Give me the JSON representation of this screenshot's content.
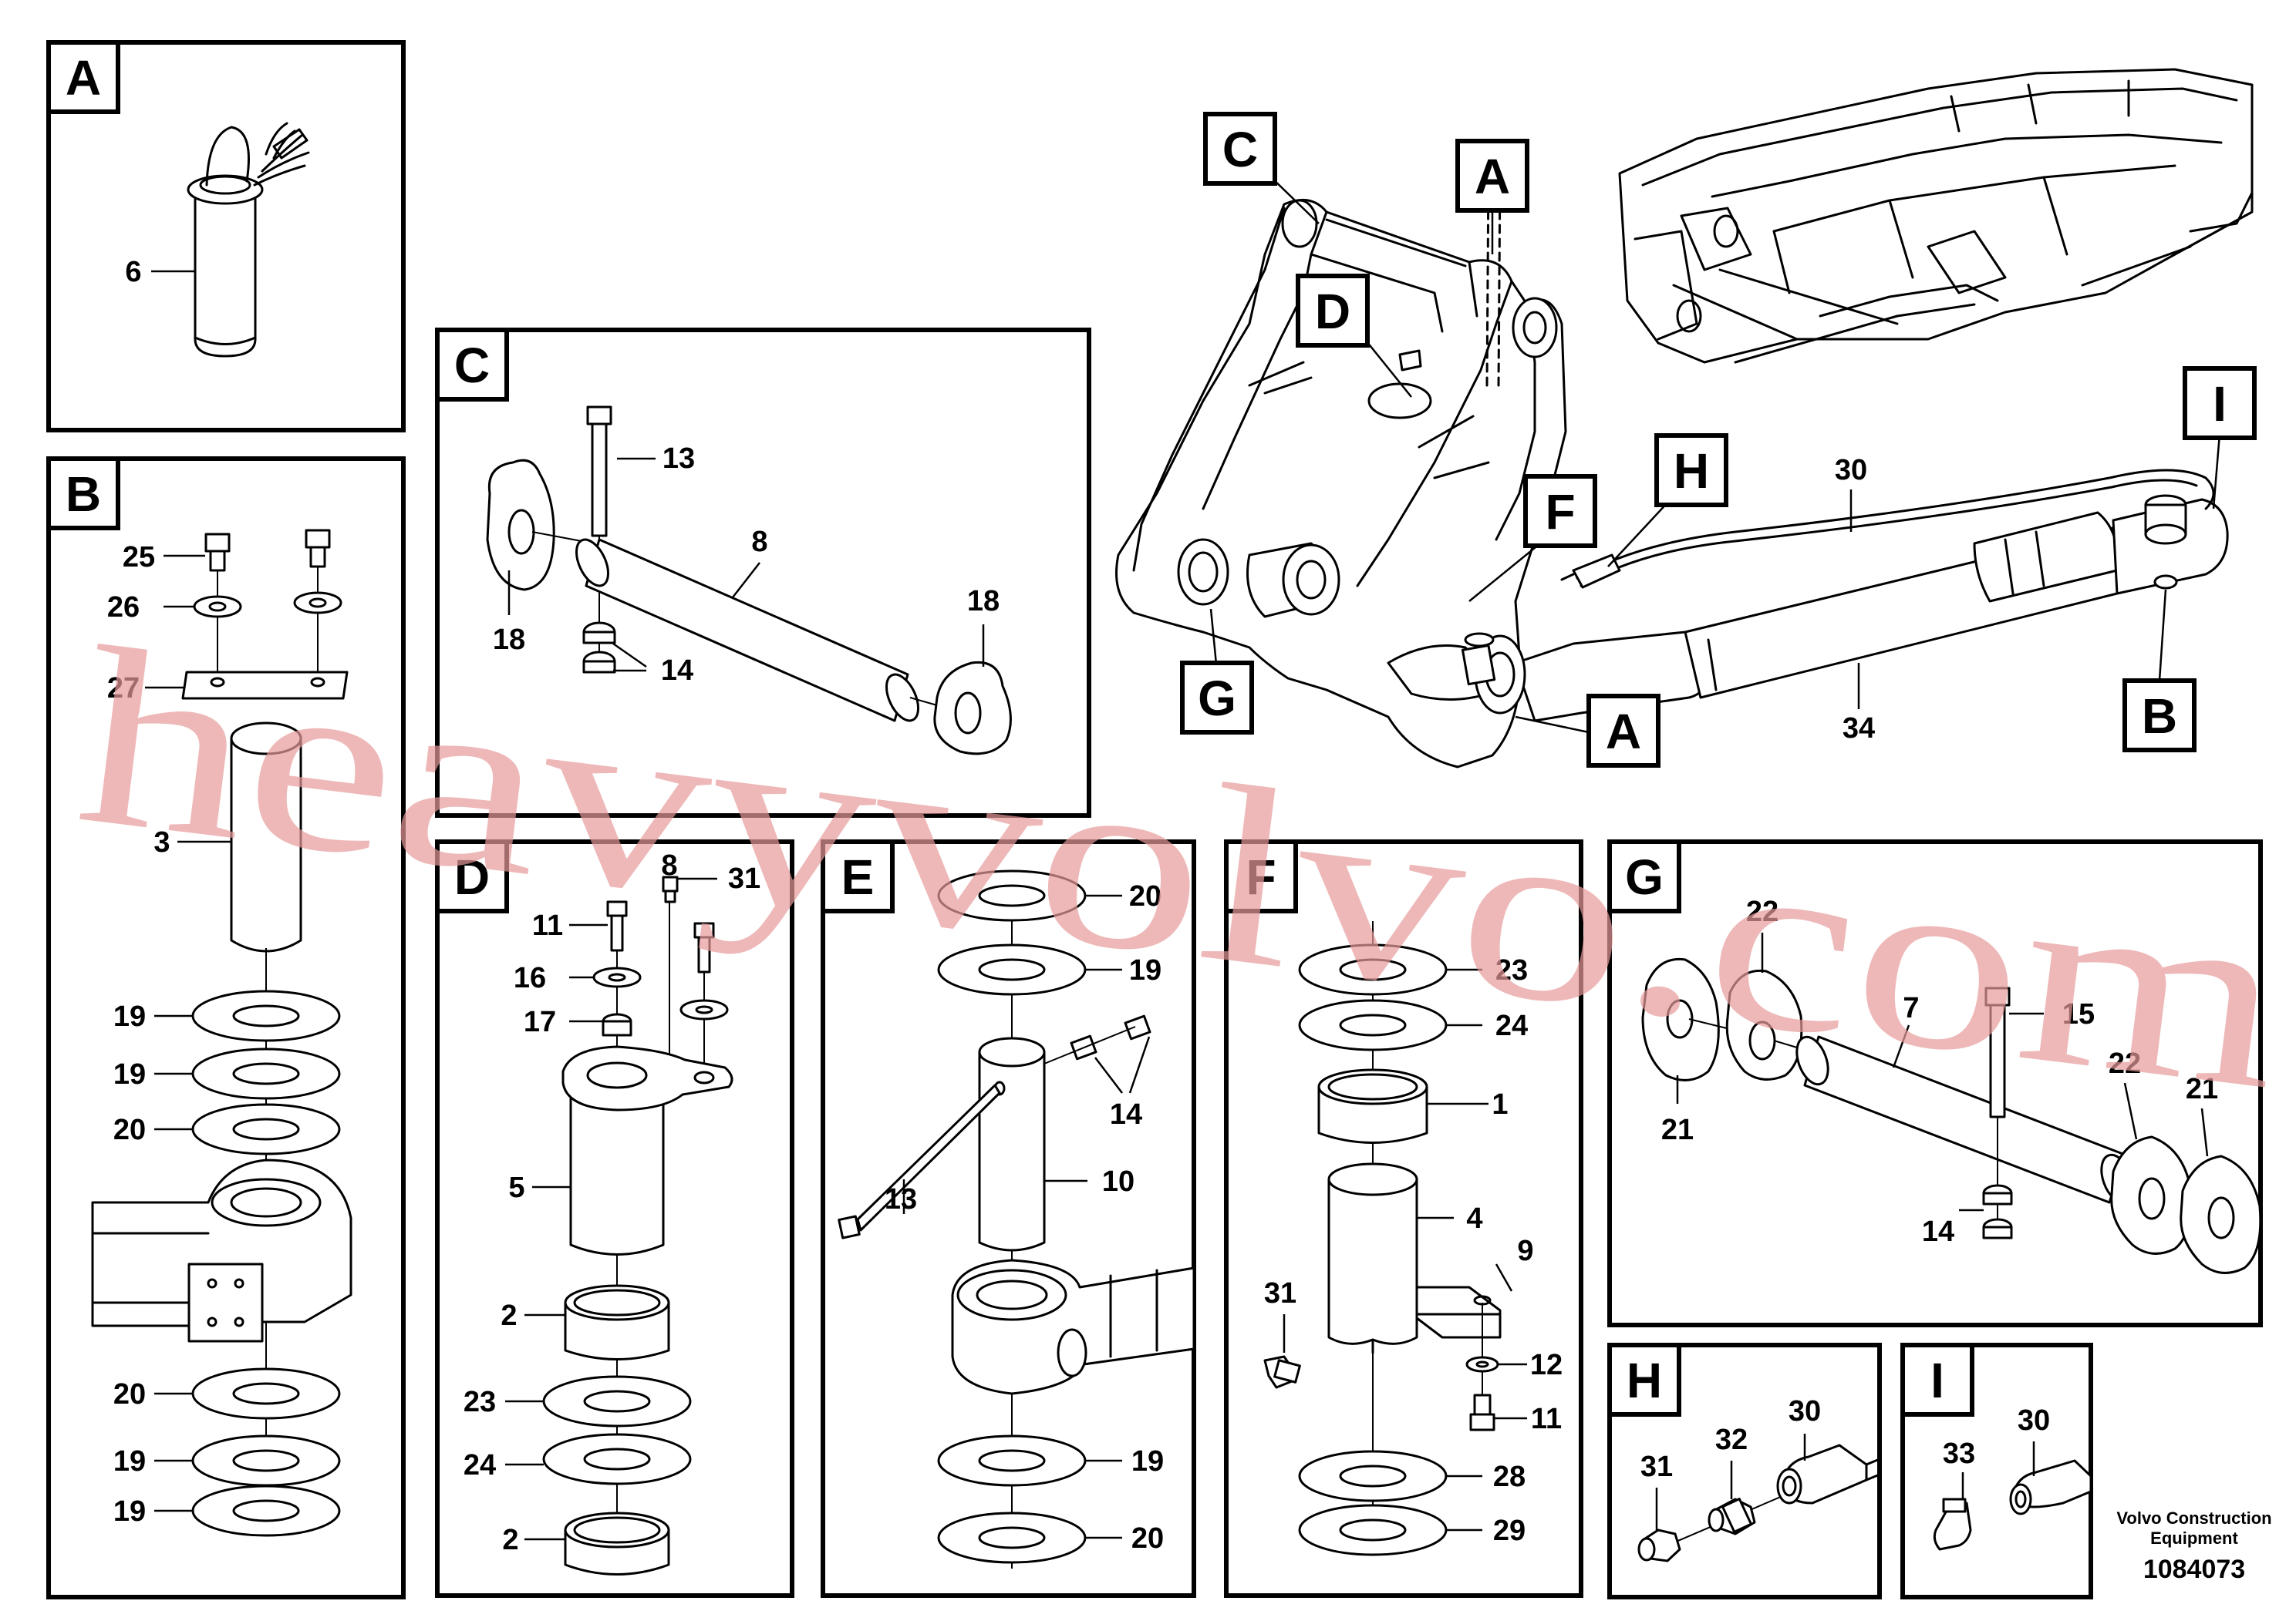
{
  "watermark": "heavyvolvo.com",
  "footer": {
    "company_line1": "Volvo Construction",
    "company_line2": "Equipment",
    "drawing_number": "1084073"
  },
  "view_tags": [
    "A",
    "B",
    "C",
    "D",
    "E",
    "F",
    "G",
    "H",
    "I"
  ],
  "main_view": {
    "callout_tags": [
      "C",
      "A",
      "D",
      "F",
      "H",
      "I",
      "G",
      "A",
      "B"
    ],
    "part_numbers": [
      "30",
      "34"
    ]
  },
  "detail_A": {
    "parts": [
      "6"
    ]
  },
  "detail_B": {
    "parts": [
      "25",
      "26",
      "27",
      "3",
      "19",
      "19",
      "20",
      "20",
      "19",
      "19"
    ]
  },
  "detail_C": {
    "parts": [
      "13",
      "8",
      "18",
      "18",
      "14"
    ]
  },
  "detail_D": {
    "parts": [
      "8",
      "31",
      "11",
      "16",
      "17",
      "5",
      "2",
      "23",
      "24",
      "2"
    ]
  },
  "detail_E": {
    "parts": [
      "20",
      "19",
      "14",
      "13",
      "10",
      "19",
      "20"
    ]
  },
  "detail_F": {
    "parts": [
      "23",
      "24",
      "1",
      "4",
      "9",
      "31",
      "12",
      "11",
      "28",
      "29"
    ]
  },
  "detail_G": {
    "parts": [
      "22",
      "7",
      "15",
      "22",
      "21",
      "21",
      "14"
    ]
  },
  "detail_H": {
    "parts": [
      "30",
      "32",
      "31"
    ]
  },
  "detail_I": {
    "parts": [
      "30",
      "33"
    ]
  }
}
